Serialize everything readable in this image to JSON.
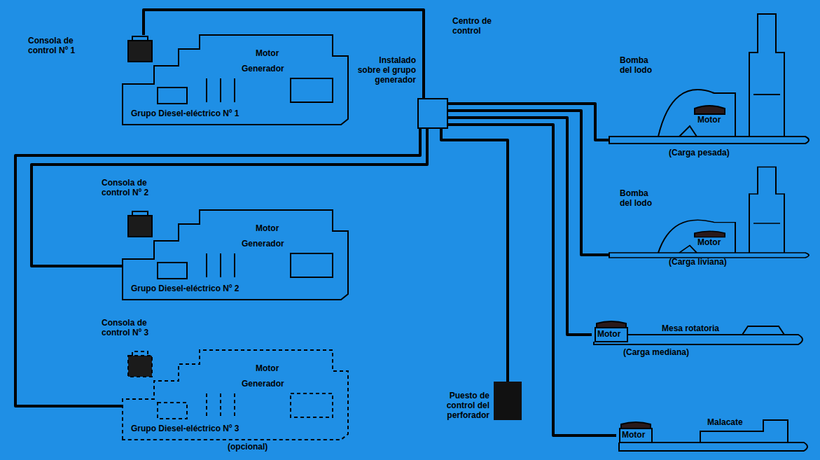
{
  "diagram": {
    "nodes": [
      {
        "text": [
          "Consola de control Nº 1",
          "Motor",
          "Generador",
          "Grupo Diesel-eléctrico Nº 1"
        ]
      },
      {
        "text": [
          "Consola de control Nº 2",
          "Motor",
          "Generador",
          "Grupo Diesel-eléctrico Nº 2"
        ]
      },
      {
        "text": [
          "Consola de control Nº 3",
          "Motor",
          "Generador",
          "Grupo Diesel-eléctrico Nº 3",
          "(opcional)"
        ]
      },
      {
        "text": [
          "Centro de control",
          "Instalado sobre el grupo generador"
        ]
      },
      {
        "text": [
          "Bomba del lodo",
          "Motor",
          "(Carga pesada)"
        ]
      },
      {
        "text": [
          "Bomba del lodo",
          "Motor",
          "(Carga liviana)"
        ]
      },
      {
        "text": [
          "Motor",
          "Mesa rotatoria",
          "(Carga mediana)"
        ]
      },
      {
        "text": [
          "Motor",
          "Malacate"
        ]
      },
      {
        "text": [
          "Puesto de control del perforador"
        ]
      }
    ],
    "edges": [
      {
        "from": 0,
        "to": 3,
        "arrow": "none"
      },
      {
        "from": 1,
        "to": 3,
        "arrow": "none"
      },
      {
        "from": 2,
        "to": 3,
        "arrow": "none"
      },
      {
        "from": 3,
        "to": 4,
        "arrow": "none"
      },
      {
        "from": 3,
        "to": 5,
        "arrow": "none"
      },
      {
        "from": 3,
        "to": 6,
        "arrow": "none"
      },
      {
        "from": 3,
        "to": 7,
        "arrow": "none"
      },
      {
        "from": 3,
        "to": 8,
        "arrow": "none"
      }
    ]
  }
}
